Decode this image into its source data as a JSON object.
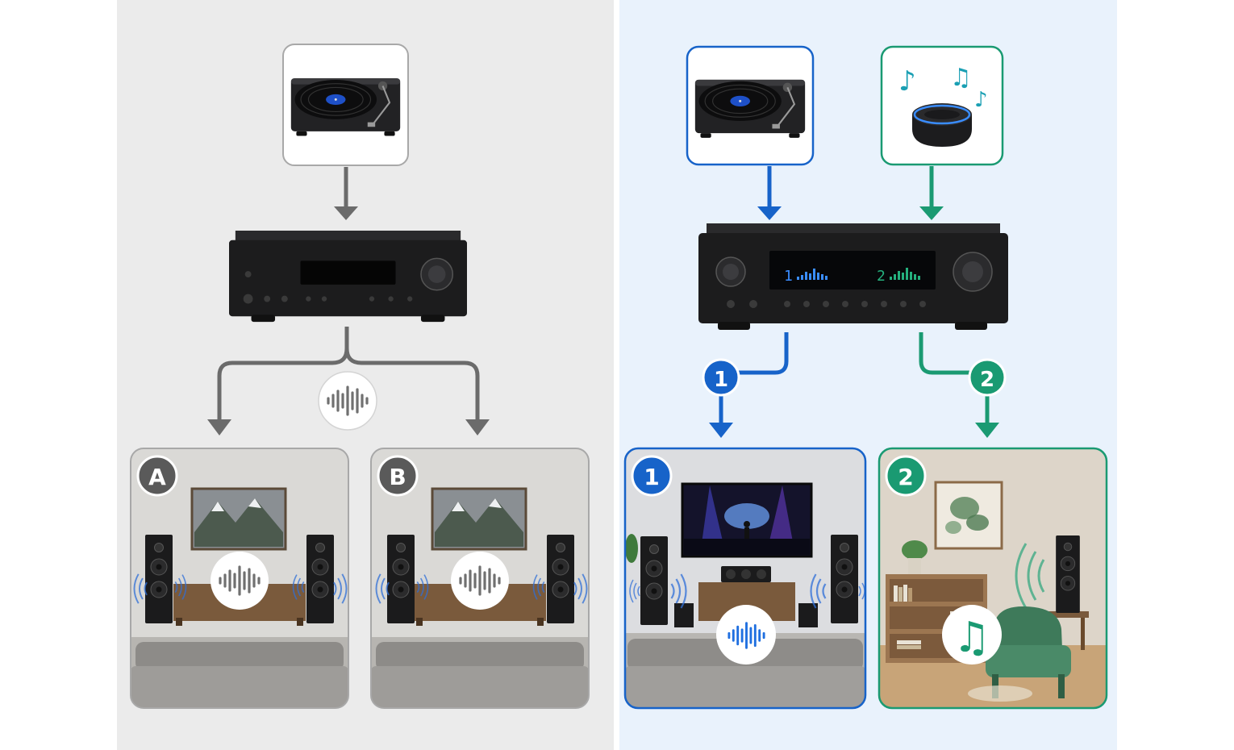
{
  "colors": {
    "left_bg": "#ebebeb",
    "right_bg": "#e9f2fc",
    "gray_arrow": "#6b6b6b",
    "zone1_blue": "#1763c9",
    "zone2_green": "#1a9a72",
    "device_black": "#1c1c1d"
  },
  "left": {
    "source": {
      "icon": "turntable-icon"
    },
    "receiver": {
      "icon": "stereo-receiver-icon"
    },
    "signal": {
      "icon": "audio-waveform-icon"
    },
    "rooms": [
      {
        "label": "A",
        "icon": "living-room-speakers-icon"
      },
      {
        "label": "B",
        "icon": "living-room-speakers-icon"
      }
    ]
  },
  "right": {
    "sources": [
      {
        "icon": "turntable-icon"
      },
      {
        "icon": "smart-speaker-icon"
      }
    ],
    "receiver": {
      "icon": "stereo-receiver-icon",
      "display_zones": [
        "1",
        "2"
      ]
    },
    "zones": [
      {
        "label": "1",
        "icon": "home-theater-room-icon",
        "signal_icon": "audio-waveform-icon"
      },
      {
        "label": "2",
        "icon": "reading-room-icon",
        "signal_icon": "music-note-icon"
      }
    ]
  }
}
